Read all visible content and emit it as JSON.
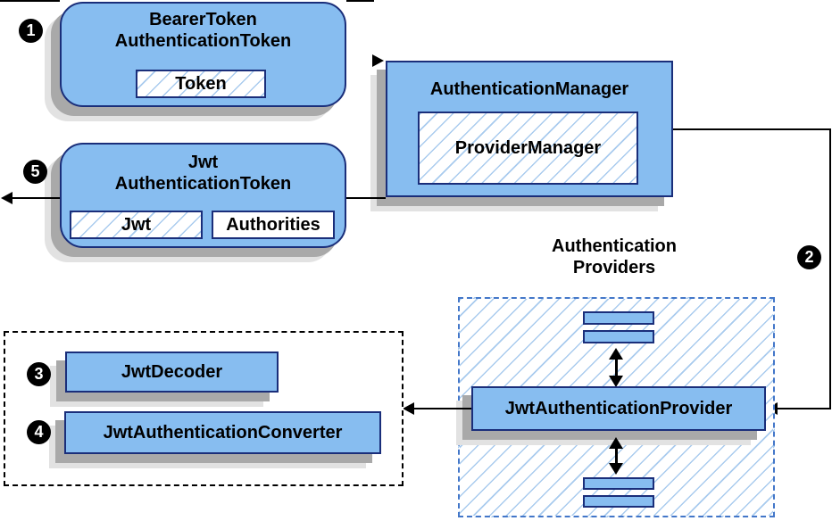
{
  "colors": {
    "node_fill": "#87BDF0",
    "node_border": "#1A2E7A",
    "group_dashed_border": "#4377C9",
    "decoder_group_border": "#000000",
    "hatch_line": "#A9CBEE",
    "connector": "#000000",
    "shadow_dark": "#A9A9A9",
    "shadow_light": "#E2E2E2",
    "badge_background": "#000000",
    "badge_text": "#FFFFFF"
  },
  "steps": {
    "one": "1",
    "two": "2",
    "three": "3",
    "four": "4",
    "five": "5"
  },
  "nodes": {
    "bearer_token": {
      "title_line1": "BearerToken",
      "title_line2": "AuthenticationToken",
      "chip": "Token"
    },
    "authentication_manager": {
      "title": "AuthenticationManager",
      "inner": "ProviderManager"
    },
    "jwt_authentication_token": {
      "title_line1": "Jwt",
      "title_line2": "AuthenticationToken",
      "chip_jwt": "Jwt",
      "chip_authorities": "Authorities"
    },
    "providers_group": {
      "heading_line1": "Authentication",
      "heading_line2": "Providers",
      "provider": "JwtAuthenticationProvider"
    },
    "decoder_group": {
      "decoder": "JwtDecoder",
      "converter": "JwtAuthenticationConverter"
    }
  }
}
